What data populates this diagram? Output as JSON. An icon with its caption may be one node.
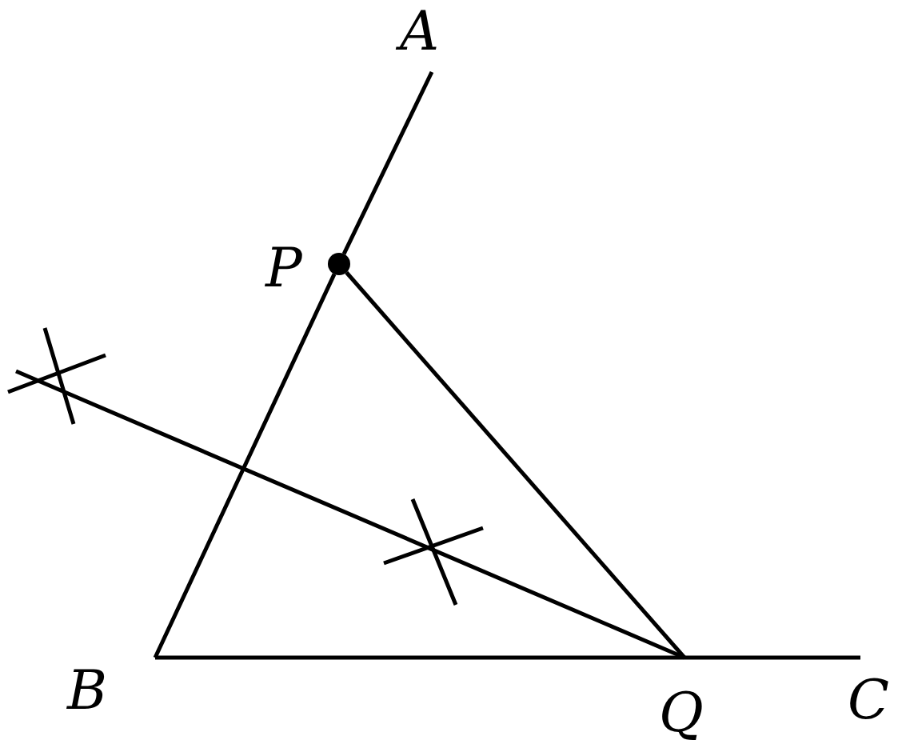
{
  "diagram": {
    "nodes": [
      {
        "text": [
          "A"
        ]
      },
      {
        "text": [
          "P"
        ]
      },
      {
        "text": [
          "B"
        ]
      },
      {
        "text": [
          "Q"
        ]
      },
      {
        "text": [
          "C"
        ]
      }
    ],
    "edges": [
      {
        "from": 2,
        "to": 1,
        "arrow": "none"
      },
      {
        "from": 1,
        "to": 0,
        "arrow": "none"
      },
      {
        "from": 2,
        "to": 3,
        "arrow": "none"
      },
      {
        "from": 3,
        "to": 4,
        "arrow": "none"
      },
      {
        "from": 1,
        "to": 3,
        "arrow": "none"
      },
      {
        "from": 3,
        "to": null,
        "arrow": "none"
      }
    ]
  }
}
